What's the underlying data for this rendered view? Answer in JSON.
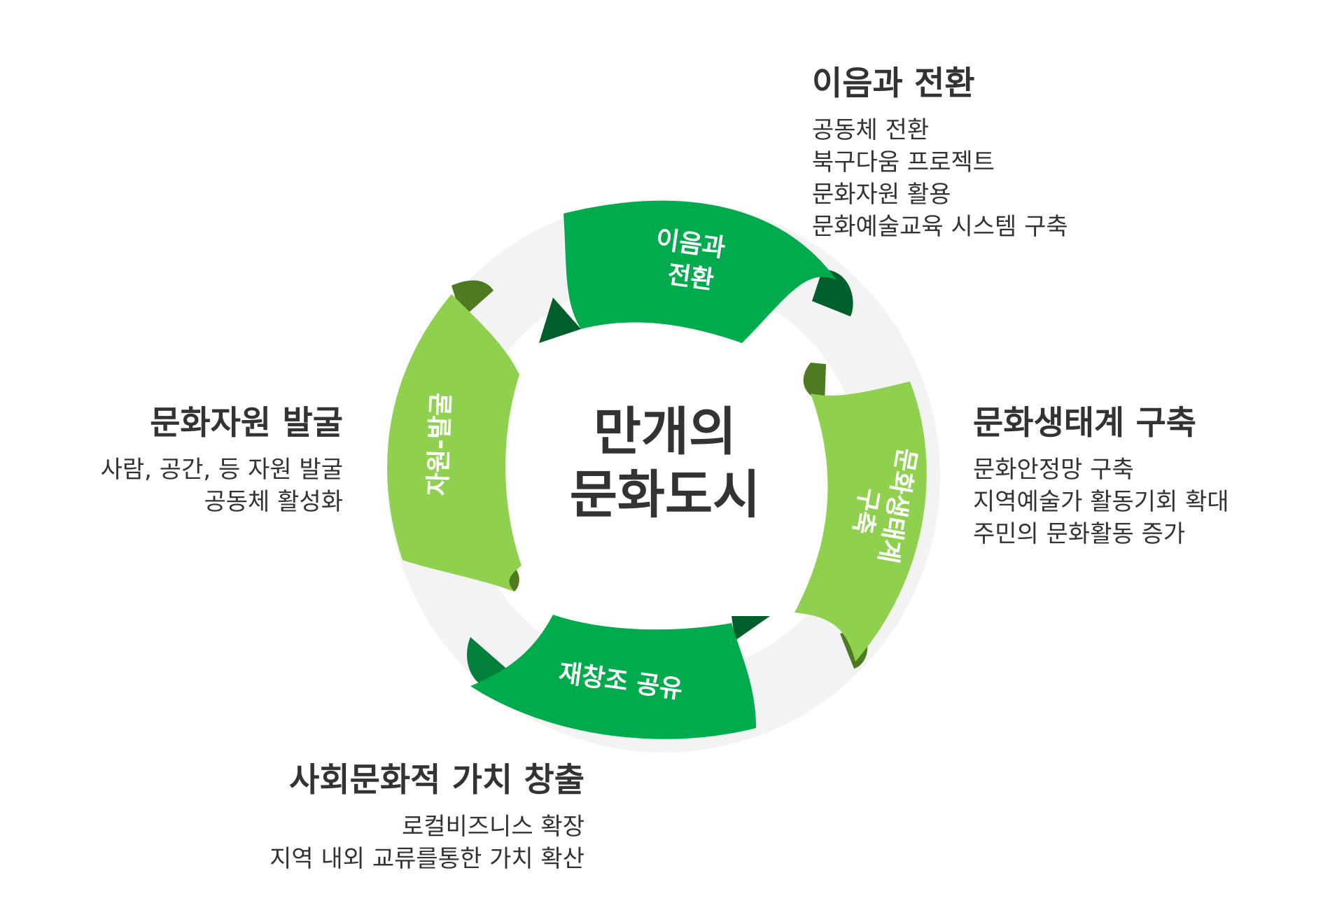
{
  "center": {
    "line1": "만개의",
    "line2": "문화도시"
  },
  "segments": [
    {
      "label_line1": "이음과",
      "label_line2": "전환"
    },
    {
      "label_line1": "문화생태계",
      "label_line2": "구축"
    },
    {
      "label": "재창조 공유"
    },
    {
      "label": "자원-발굴"
    }
  ],
  "blocks": {
    "top_right": {
      "title": "이음과 전환",
      "lines": [
        "공동체 전환",
        "북구다움 프로젝트",
        "문화자원 활용",
        "문화예술교육 시스템 구축"
      ]
    },
    "right": {
      "title": "문화생태계 구축",
      "lines": [
        "문화안정망 구축",
        "지역예술가 활동기회 확대",
        "주민의 문화활동 증가"
      ]
    },
    "bottom": {
      "title": "사회문화적 가치 창출",
      "lines": [
        "로컬비즈니스 확장",
        "지역 내외 교류를통한 가치 확산"
      ]
    },
    "left": {
      "title": "문화자원 발굴",
      "lines": [
        "사람, 공간, 등 자원 발굴",
        "공동체 활성화"
      ]
    }
  },
  "colors": {
    "ring": "#f3f3f3",
    "dark_green": "#00ab4e",
    "light_green": "#8fd14f",
    "dark_green_shadow": "#005f2b",
    "light_green_shadow": "#4e7a22"
  }
}
